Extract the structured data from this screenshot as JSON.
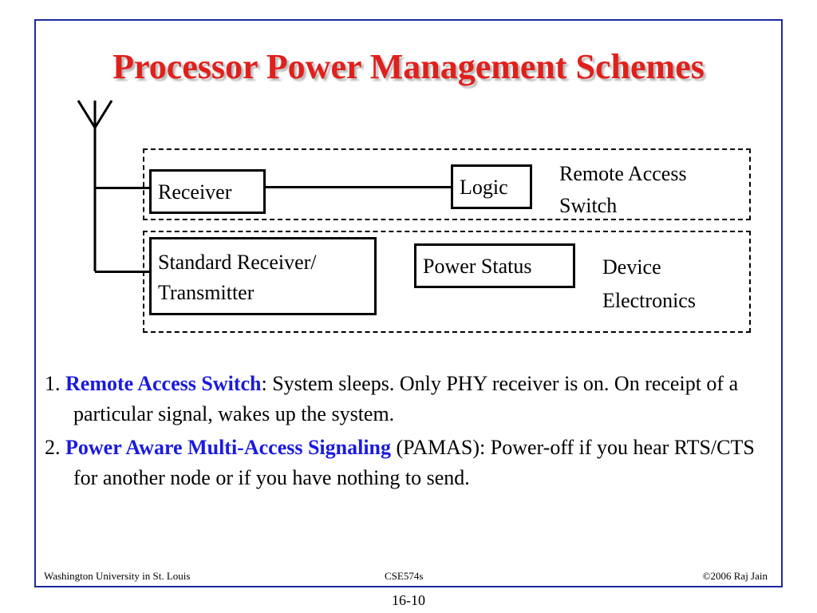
{
  "slide": {
    "title": "Processor Power Management Schemes"
  },
  "diagram": {
    "receiver": "Receiver",
    "logic": "Logic",
    "remote_access_switch_label": [
      "Remote Access",
      "Switch"
    ],
    "standard_receiver": [
      "Standard Receiver/",
      "Transmitter"
    ],
    "power_status": "Power Status",
    "device_electronics_label": [
      "Device",
      "Electronics"
    ]
  },
  "bullets": [
    {
      "number": "1. ",
      "term": "Remote Access Switch",
      "text": ": System sleeps. Only PHY receiver is on. On receipt of a particular signal, wakes up the system."
    },
    {
      "number": "2. ",
      "term": "Power Aware Multi-Access Signaling",
      "text": " (PAMAS): Power-off if you hear RTS/CTS for another node or if you have nothing to send."
    }
  ],
  "footer": {
    "left": "Washington University in St. Louis",
    "center": "CSE574s",
    "right": "©2006 Raj Jain"
  },
  "page_number": "16-10",
  "colors": {
    "title": "#e0201c",
    "highlight": "#1a1ae0",
    "frame": "#1a2a9a"
  }
}
